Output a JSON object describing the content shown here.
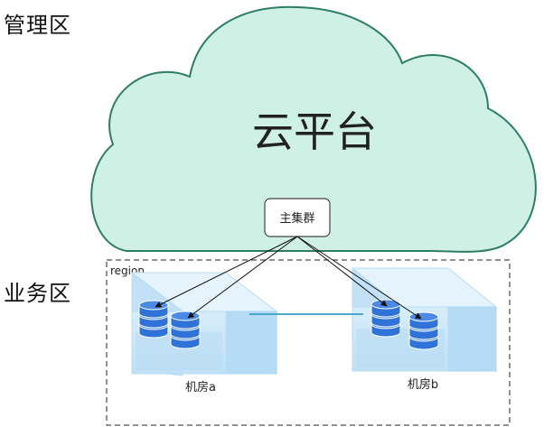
{
  "zones": {
    "management_label": "管理区",
    "business_label": "业务区"
  },
  "cloud": {
    "title": "云平台",
    "main_cluster_label": "主集群",
    "fill_color": "#cff0e4",
    "stroke_color": "#2d7d68"
  },
  "region": {
    "label": "region"
  },
  "rooms": [
    {
      "label": "机房a"
    },
    {
      "label": "机房b"
    }
  ],
  "colors": {
    "room_fill": "#cfe8f8",
    "room_edge": "#b8dcf4",
    "database_blue": "#2f73d9",
    "link_line": "#4aa8c8"
  }
}
